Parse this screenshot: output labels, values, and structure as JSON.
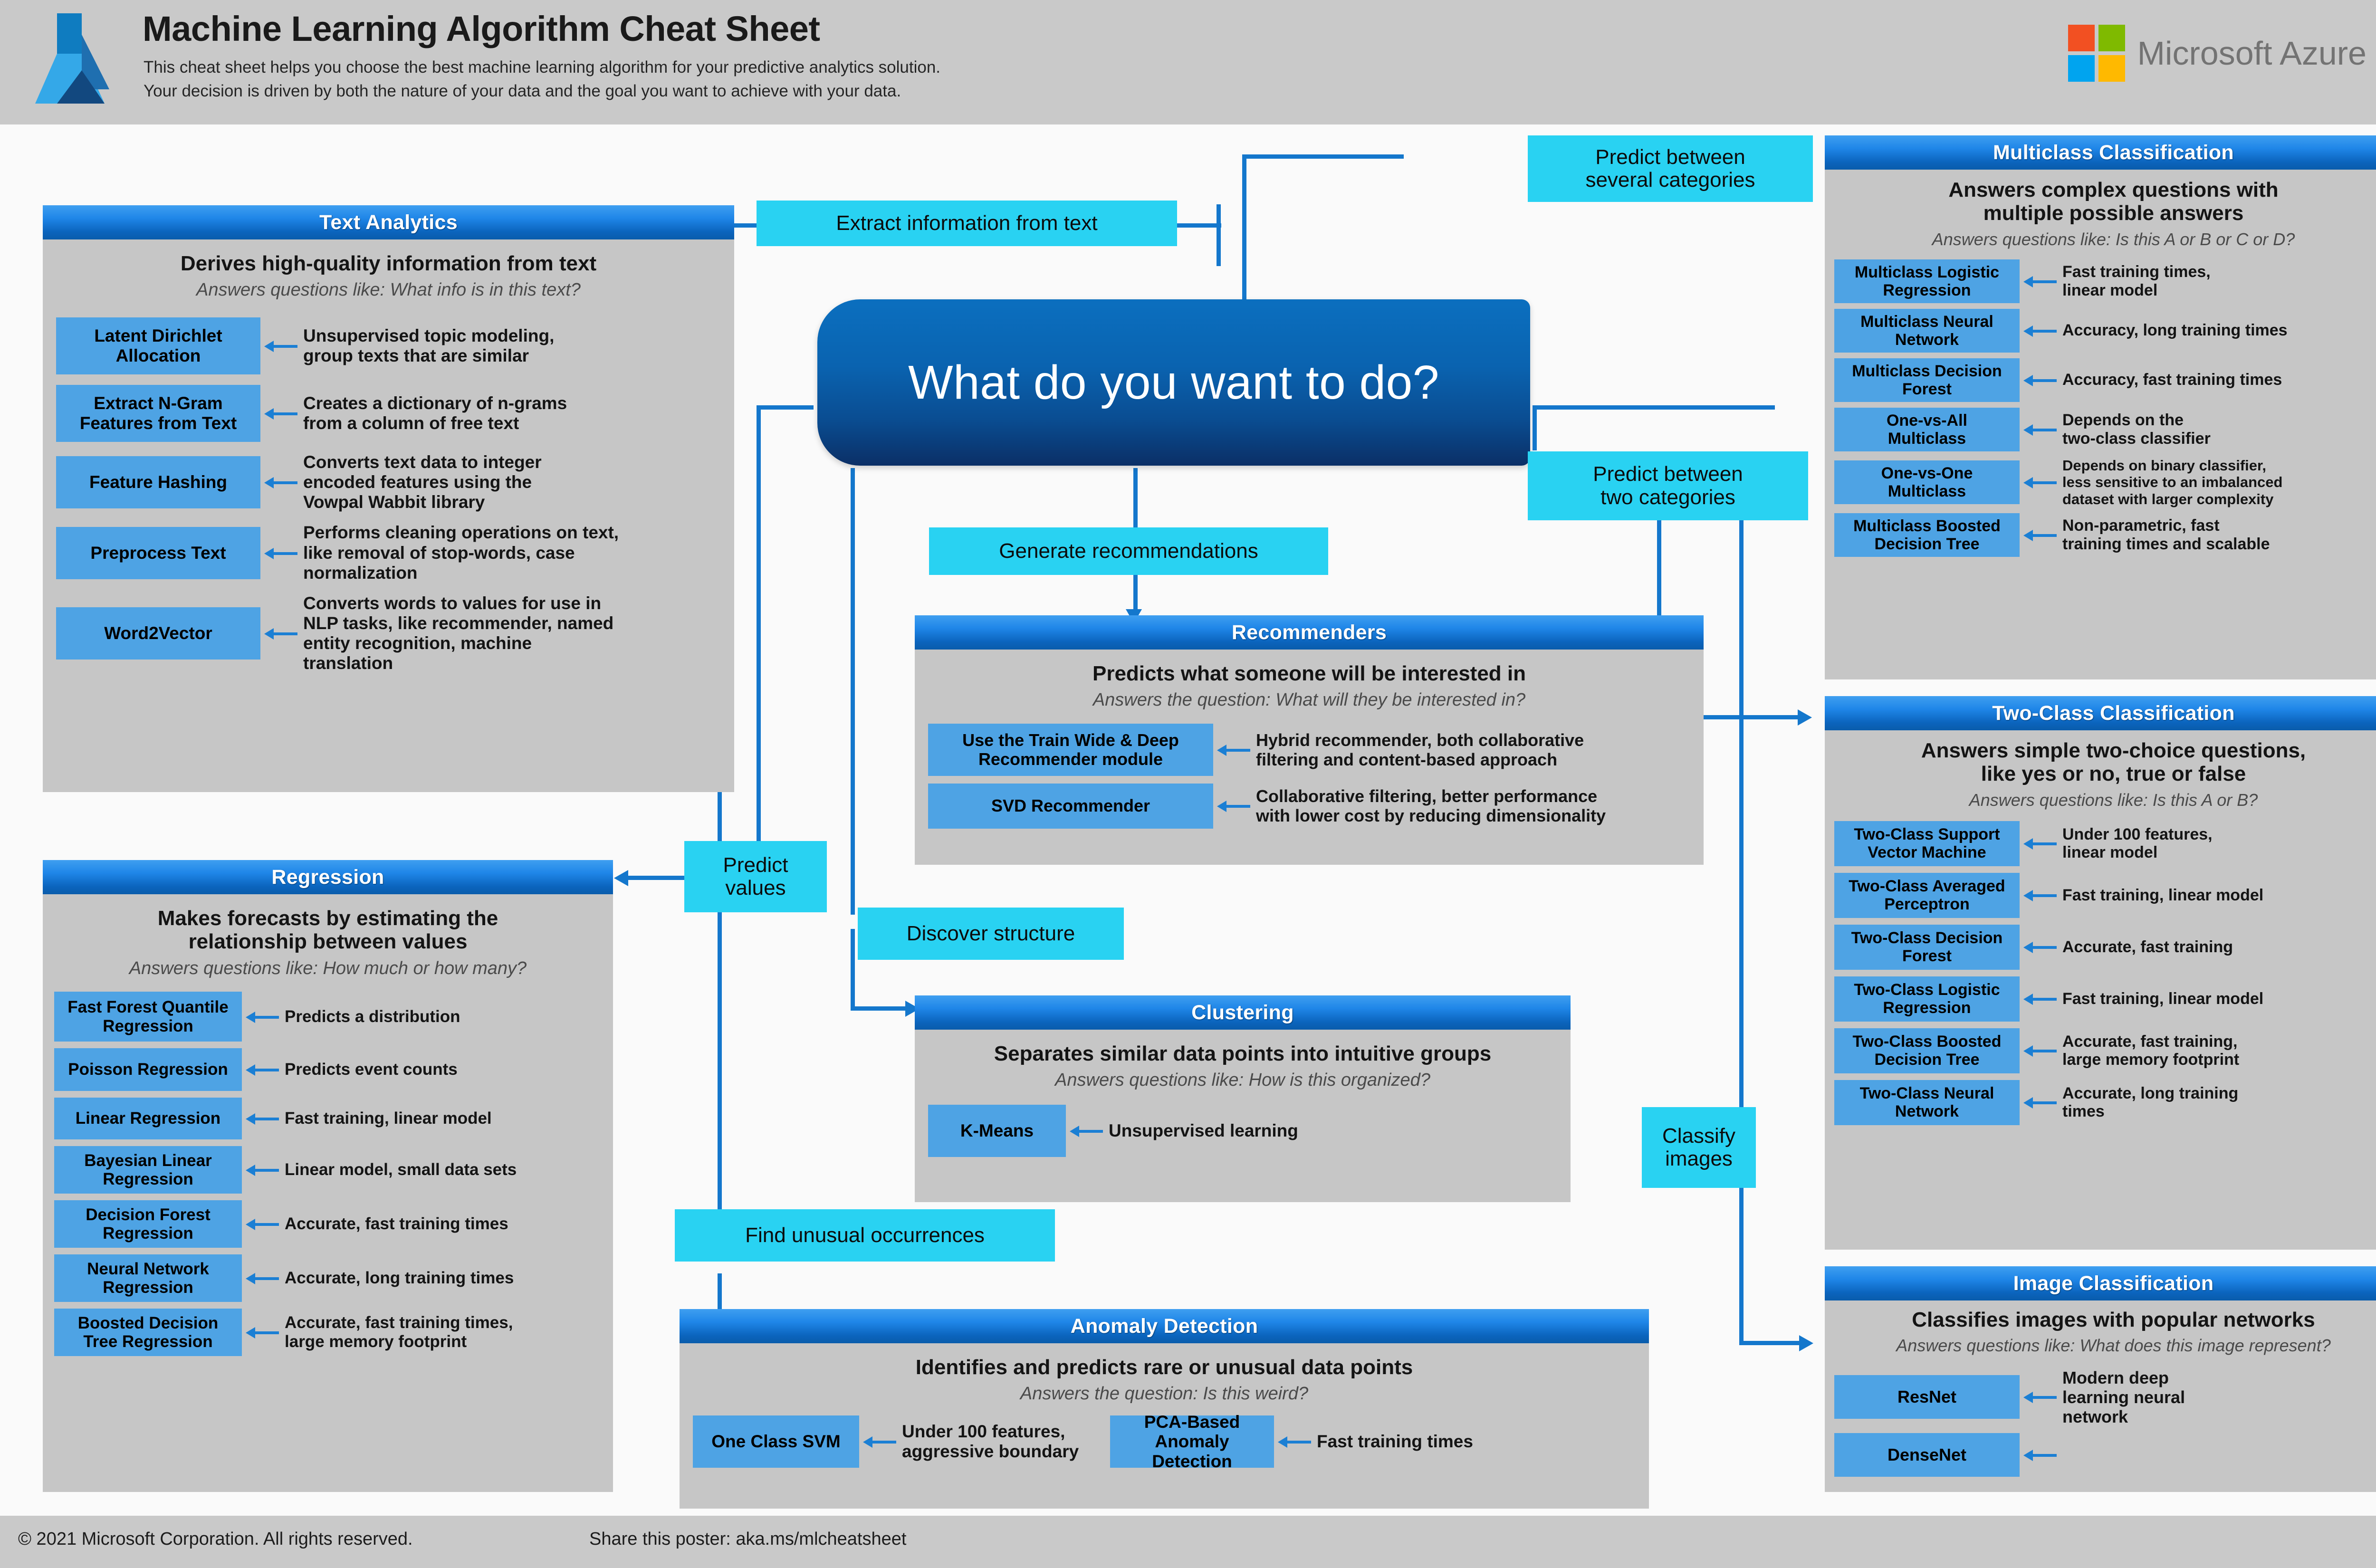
{
  "header": {
    "title": "Machine Learning Algorithm Cheat Sheet",
    "subtitle_line1": "This cheat sheet helps you choose the best machine learning algorithm for your predictive analytics solution.",
    "subtitle_line2": "Your decision is driven by both the nature of your data and the goal you want to achieve with your data.",
    "brand": "Microsoft Azure",
    "logo_icon": "azure-logo-icon",
    "brand_icon": "microsoft-squares-icon",
    "colors": {
      "ms_red": "#f25022",
      "ms_green": "#7fba00",
      "ms_blue": "#00a4ef",
      "ms_yellow": "#ffb900",
      "header_bg": "#c9c9c9"
    }
  },
  "hub": {
    "question": "What do you want to do?"
  },
  "decisions": {
    "extract_text": "Extract information from text",
    "predict_several": "Predict between\nseveral categories",
    "predict_two": "Predict between\ntwo categories",
    "generate_recs": "Generate recommendations",
    "predict_values": "Predict\nvalues",
    "discover_structure": "Discover structure",
    "classify_images": "Classify\nimages",
    "find_unusual": "Find unusual occurrences"
  },
  "panels": {
    "text_analytics": {
      "title": "Text Analytics",
      "description": "Derives high-quality information from text",
      "question": "Answers questions like: What info is in this text?",
      "algorithms": [
        {
          "name": "Latent Dirichlet\nAllocation",
          "note": "Unsupervised topic modeling,\ngroup texts that are similar"
        },
        {
          "name": "Extract N-Gram\nFeatures from Text",
          "note": "Creates a dictionary of n-grams\nfrom a column of free text"
        },
        {
          "name": "Feature Hashing",
          "note": "Converts text data to integer\nencoded features using the\nVowpal Wabbit library"
        },
        {
          "name": "Preprocess Text",
          "note": "Performs cleaning operations on text,\nlike removal of stop-words, case\nnormalization"
        },
        {
          "name": "Word2Vector",
          "note": "Converts words to values for use in\nNLP tasks, like recommender, named\nentity recognition, machine\ntranslation"
        }
      ]
    },
    "regression": {
      "title": "Regression",
      "description": "Makes forecasts by estimating the\nrelationship between values",
      "question": "Answers questions like: How much or how many?",
      "algorithms": [
        {
          "name": "Fast Forest Quantile\nRegression",
          "note": "Predicts a distribution"
        },
        {
          "name": "Poisson Regression",
          "note": "Predicts event counts"
        },
        {
          "name": "Linear Regression",
          "note": "Fast training, linear model"
        },
        {
          "name": "Bayesian Linear\nRegression",
          "note": "Linear model, small data sets"
        },
        {
          "name": "Decision Forest\nRegression",
          "note": "Accurate, fast training times"
        },
        {
          "name": "Neural Network\nRegression",
          "note": "Accurate, long training times"
        },
        {
          "name": "Boosted Decision\nTree Regression",
          "note": "Accurate, fast training times,\nlarge memory footprint"
        }
      ]
    },
    "recommenders": {
      "title": "Recommenders",
      "description": "Predicts what someone will be interested in",
      "question": "Answers the question: What will they be interested in?",
      "algorithms": [
        {
          "name": "Use the Train Wide & Deep\nRecommender module",
          "note": "Hybrid recommender, both collaborative\nfiltering and content-based approach"
        },
        {
          "name": "SVD Recommender",
          "note": "Collaborative filtering, better performance\nwith lower cost by reducing dimensionality"
        }
      ]
    },
    "clustering": {
      "title": "Clustering",
      "description": "Separates similar data points into intuitive groups",
      "question": "Answers questions like: How is this organized?",
      "algorithms": [
        {
          "name": "K-Means",
          "note": "Unsupervised learning"
        }
      ]
    },
    "anomaly_detection": {
      "title": "Anomaly Detection",
      "description": "Identifies and predicts rare or unusual data points",
      "question": "Answers the question: Is this weird?",
      "algorithms": [
        {
          "name": "One Class SVM",
          "note": "Under 100 features,\naggressive boundary"
        },
        {
          "name": "PCA-Based Anomaly\nDetection",
          "note": "Fast training times"
        }
      ]
    },
    "multiclass_classification": {
      "title": "Multiclass Classification",
      "description": "Answers complex questions with\nmultiple possible answers",
      "question": "Answers questions like: Is this A or B or C or D?",
      "algorithms": [
        {
          "name": "Multiclass Logistic\nRegression",
          "note": "Fast training times,\nlinear model"
        },
        {
          "name": "Multiclass Neural\nNetwork",
          "note": "Accuracy, long training times"
        },
        {
          "name": "Multiclass Decision\nForest",
          "note": "Accuracy, fast training times"
        },
        {
          "name": "One-vs-All\nMulticlass",
          "note": "Depends on the\ntwo-class classifier"
        },
        {
          "name": "One-vs-One\nMulticlass",
          "note": "Depends on binary classifier,\nless sensitive to an imbalanced\ndataset with larger complexity"
        },
        {
          "name": "Multiclass Boosted\nDecision Tree",
          "note": "Non-parametric, fast\ntraining times and scalable"
        }
      ]
    },
    "two_class_classification": {
      "title": "Two-Class Classification",
      "description": "Answers simple two-choice questions,\nlike yes or no, true or false",
      "question": "Answers questions like: Is this A or B?",
      "algorithms": [
        {
          "name": "Two-Class Support\nVector Machine",
          "note": "Under 100 features,\nlinear model"
        },
        {
          "name": "Two-Class Averaged\nPerceptron",
          "note": "Fast training, linear model"
        },
        {
          "name": "Two-Class Decision\nForest",
          "note": "Accurate, fast training"
        },
        {
          "name": "Two-Class Logistic\nRegression",
          "note": "Fast training, linear model"
        },
        {
          "name": "Two-Class Boosted\nDecision Tree",
          "note": "Accurate, fast training,\nlarge memory footprint"
        },
        {
          "name": "Two-Class Neural\nNetwork",
          "note": "Accurate, long training\ntimes"
        }
      ]
    },
    "image_classification": {
      "title": "Image Classification",
      "description": "Classifies images with popular networks",
      "question": "Answers questions like: What does this image represent?",
      "algorithms": [
        {
          "name": "ResNet",
          "note": "Modern deep\nlearning neural\nnetwork"
        },
        {
          "name": "DenseNet",
          "note": ""
        }
      ]
    }
  },
  "footer": {
    "copyright": "© 2021 Microsoft Corporation. All rights reserved.",
    "share": "Share this poster: aka.ms/mlcheatsheet"
  },
  "colors": {
    "accent_blue": "#1477cc",
    "algo_box": "#4ea3e4",
    "cyan": "#29d2f2",
    "panel_bg": "#c6c6c6"
  }
}
